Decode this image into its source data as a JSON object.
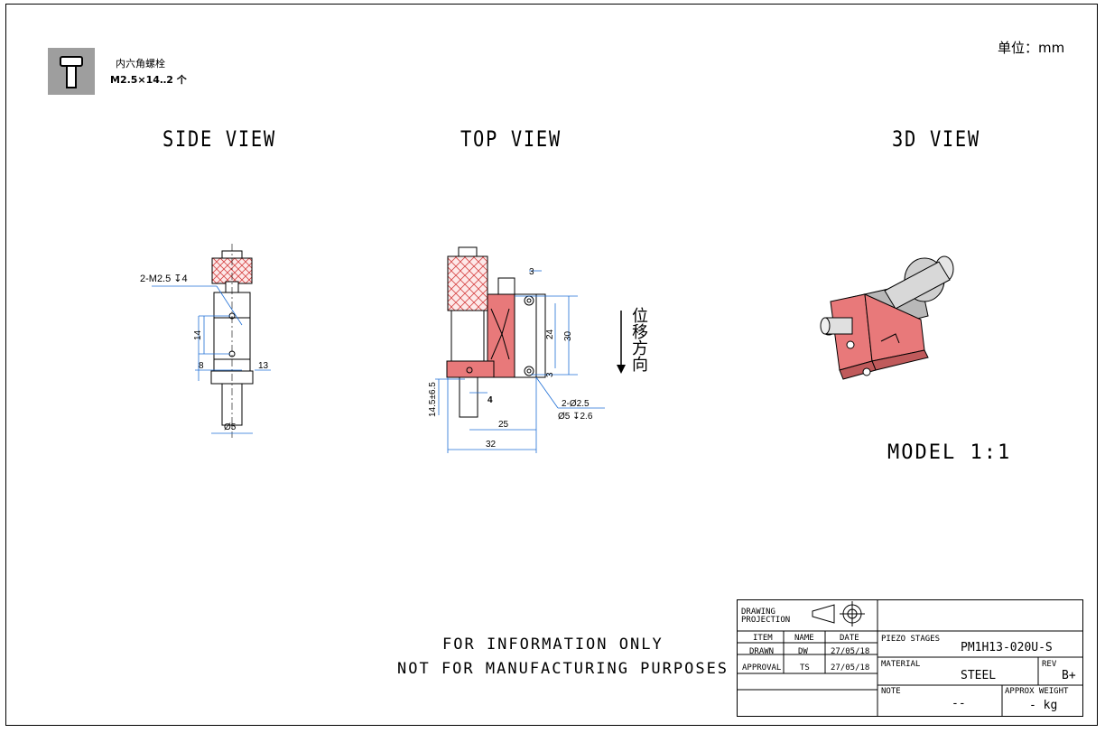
{
  "header": {
    "bolt_icon": "hex-socket-bolt-icon",
    "bolt_name": "内六角螺栓",
    "bolt_spec": "M2.5×14‥2 个",
    "unit": "单位：mm"
  },
  "views": {
    "side": "SIDE VIEW",
    "top": "TOP VIEW",
    "iso": "3D VIEW",
    "model": "MODEL 1:1"
  },
  "side_dims": {
    "tap": "2-M2.5 ↧4",
    "d14": "14",
    "d8": "8",
    "d13": "13",
    "dia5": "Ø5"
  },
  "top_dims": {
    "d3a": "3",
    "d24": "24",
    "d30": "30",
    "d3b": "3",
    "d14_5": "14.5±6.5",
    "d4": "4",
    "d25": "25",
    "d32": "32",
    "hole1": "2-Ø2.5",
    "hole2": "Ø5 ↧2.6",
    "direction": "位移方向"
  },
  "notes": {
    "line1": "FOR INFORMATION ONLY",
    "line2": "NOT FOR MANUFACTURING PURPOSES"
  },
  "title_block": {
    "projection": "DRAWING PROJECTION",
    "col_item": "ITEM",
    "col_name": "NAME",
    "col_date": "DATE",
    "drawn_label": "DRAWN",
    "drawn_name": "DW",
    "drawn_date": "27/05/18",
    "approval_label": "APPROVAL",
    "approval_name": "TS",
    "approval_date": "27/05/18",
    "part_label": "PIEZO STAGES",
    "part_number": "PM1H13-020U-S",
    "material_label": "MATERIAL",
    "material": "STEEL",
    "rev_label": "REV",
    "rev": "B+",
    "note_label": "NOTE",
    "note": "--",
    "weight_label": "APPROX WEIGHT",
    "weight": "- kg"
  },
  "colors": {
    "stage_red": "#e8797a",
    "hatch": "#d64545",
    "dim_blue": "#1f6fd6",
    "grey_box": "#9e9e9e"
  }
}
